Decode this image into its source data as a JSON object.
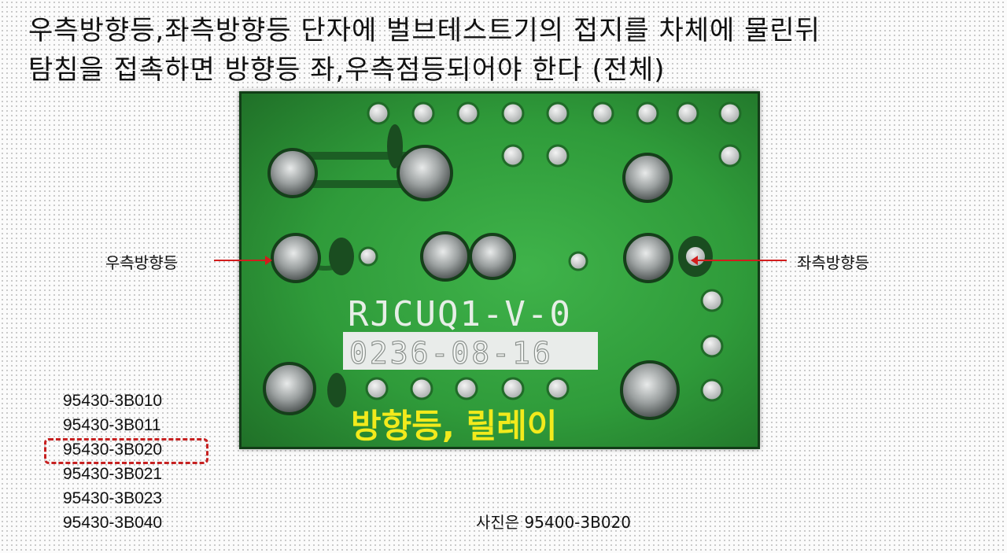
{
  "slide": {
    "title_line1": "우측방향등,좌측방향등 단자에 벌브테스트기의 접지를 차체에 물린뒤",
    "title_line2": "탐침을 접촉하면 방향등 좌,우측점등되어야 한다 (전체)",
    "right_label": "우측방향등",
    "left_label": "좌측방향등",
    "caption": "사진은 95400-3B020"
  },
  "photo": {
    "board_marking": "RJCUQ1-V-0",
    "date_code": "0236-08-16",
    "overlay_text": "방향등, 릴레이",
    "overlay_color": "#f2ea1c",
    "board_color": "#2f9b3a"
  },
  "part_numbers": [
    "95430-3B010",
    "95430-3B011",
    "95430-3B020",
    "95430-3B021",
    "95430-3B023",
    "95430-3B040"
  ],
  "highlighted_part_index": 2,
  "colors": {
    "accent_red": "#d21d1d",
    "text": "#111111"
  }
}
